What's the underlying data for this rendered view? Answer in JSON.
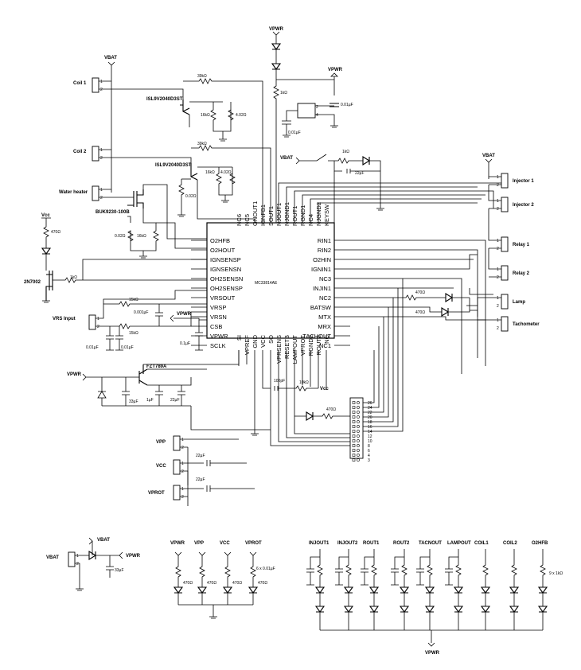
{
  "ic": {
    "name": "MC33814AE",
    "pins_left": [
      "O2HFB",
      "O2HOUT",
      "IGNSENSP",
      "IGNSENSN",
      "OH2SENSN",
      "OH2SENSP",
      "VRSOUT",
      "VRSP",
      "VRSN",
      "CSB",
      "VPWR",
      "SCLK"
    ],
    "pins_right": [
      "RIN1",
      "RIN2",
      "O2HIN",
      "IGNIN1",
      "NC3",
      "INJIN1",
      "NC2",
      "BATSW",
      "MTX",
      "MRX",
      "TACHOUT",
      "NC1"
    ],
    "pins_top": [
      "NC6",
      "NC5",
      "GNOUT1",
      "IGNFB1",
      "SOUT1",
      "NJOUT1",
      "NJGND1",
      "ROUT1",
      "RGND1",
      "NC4",
      "NJGND2",
      "KEYSW"
    ],
    "pins_bottom": [
      "SI",
      "VPREF",
      "GND",
      "VCC",
      "SO",
      "VPRSENS",
      "RESETB",
      "LAMPOUT",
      "VPROT",
      "RGND2",
      "ROUT2",
      "NC"
    ]
  },
  "power_labels": {
    "vbat": "VBAT",
    "vpwr": "VPWR",
    "vcc": "Vcc",
    "vcc2": "Vcc",
    "vpp": "VPP",
    "vccu": "VCC",
    "vprot": "VPROT"
  },
  "connectors": {
    "coil1": "Coil 1",
    "coil2": "Coil 2",
    "water_heater": "Water heater",
    "vrs_input": "VRS Input",
    "injector1": "Injector 1",
    "injector2": "Injector 2",
    "relay1": "Relay 1",
    "relay2": "Relay 2",
    "lamp": "Lamp",
    "tachometer": "Tachometer",
    "vpp": "VPP",
    "vcc": "VCC",
    "vprot": "VPROT",
    "vbat": "VBAT"
  },
  "components": {
    "igbt1": "ISL9V2040D3ST",
    "igbt2": "ISL9V2040D3ST",
    "mosfet": "BUK9230-100B",
    "nmos": "2N7002",
    "pnp": "FZT789A",
    "r39k_1": "39kΩ",
    "r39k_2": "39kΩ",
    "r16k_1": "16kΩ",
    "r402_1": "4.02Ω",
    "r16k_2": "16kΩ",
    "r402_2": "4.02Ω",
    "r002_1": "0.02Ω",
    "r002_2": "0.02Ω",
    "r16k_3": "16kΩ",
    "r470_vcc": "470Ω",
    "r1k_nmos": "1kΩ",
    "r15k_1": "15kΩ",
    "r15k_2": "15kΩ",
    "c0001": "0.001µF",
    "c001_a": "0.01µF",
    "c001_b": "0.01µF",
    "c01_vpwr": "0.1µF",
    "r1k_vpwr": "1kΩ",
    "c001_top": "0.01µF",
    "c001_top2": "0.01µF",
    "r1k_vbat": "1kΩ",
    "c22_vbat": "22µF",
    "r470_lamp": "470Ω",
    "r470_tach": "470Ω",
    "c33": "33µF",
    "c1": "1µF",
    "c22_reg": "22µF",
    "c100p": "100pF",
    "r10k": "10kΩ",
    "r470_led": "470Ω",
    "c22_vpp": "22µF",
    "c22_vprot": "22µF",
    "c33_rev": "33µF",
    "r470_vpwr": "470Ω",
    "r470_vpp": "470Ω",
    "r470_vcc2": "470Ω",
    "r470_vprot": "470Ω"
  },
  "header": {
    "pins": [
      "26",
      "24",
      "22",
      "20",
      "18",
      "16",
      "14",
      "12",
      "10",
      "8",
      "6",
      "4",
      "3"
    ]
  },
  "bottom_leds": {
    "labels": [
      "INJOUT1",
      "INJOUT2",
      "ROUT1",
      "ROUT2",
      "TACNOUT",
      "LAMPOUT",
      "COIL1",
      "COIL2",
      "O2HFB"
    ],
    "caps_note": "6 x 0.01µF",
    "res_note": "9 x 1kΩ",
    "supply": "VPWR"
  },
  "supply_leds": {
    "labels": [
      "VPWR",
      "VPP",
      "VCC",
      "VPROT"
    ],
    "resistor": "470Ω"
  }
}
